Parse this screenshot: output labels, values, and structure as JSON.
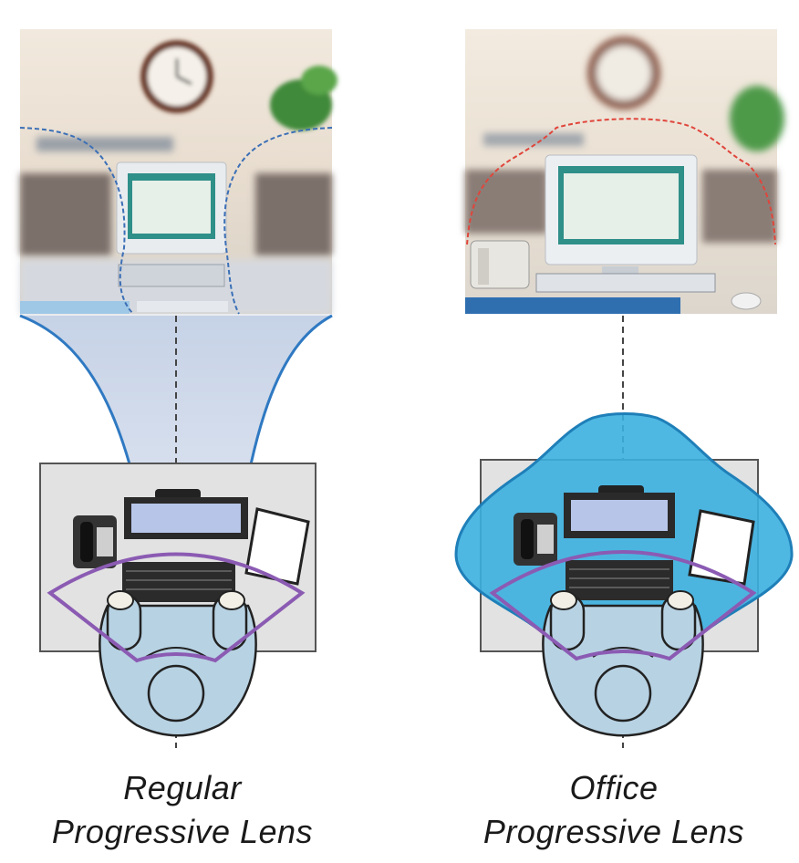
{
  "panels": [
    {
      "caption_line1": "Regular",
      "caption_line2": "Progressive Lens",
      "zone_outline_color": "#3b6fb6",
      "zone_fill_color": "#c9d8ec"
    },
    {
      "caption_line1": "Office",
      "caption_line2": "Progressive Lens",
      "zone_outline_color": "#e0453b",
      "zone_fill_color": "#3bb0e0"
    }
  ],
  "colors": {
    "desk": "#e0e0e0",
    "person": "#b7d2e3",
    "arc": "#8b5bb3",
    "monitor_screen": "#b7c6e8",
    "wall": "#efe6da"
  }
}
